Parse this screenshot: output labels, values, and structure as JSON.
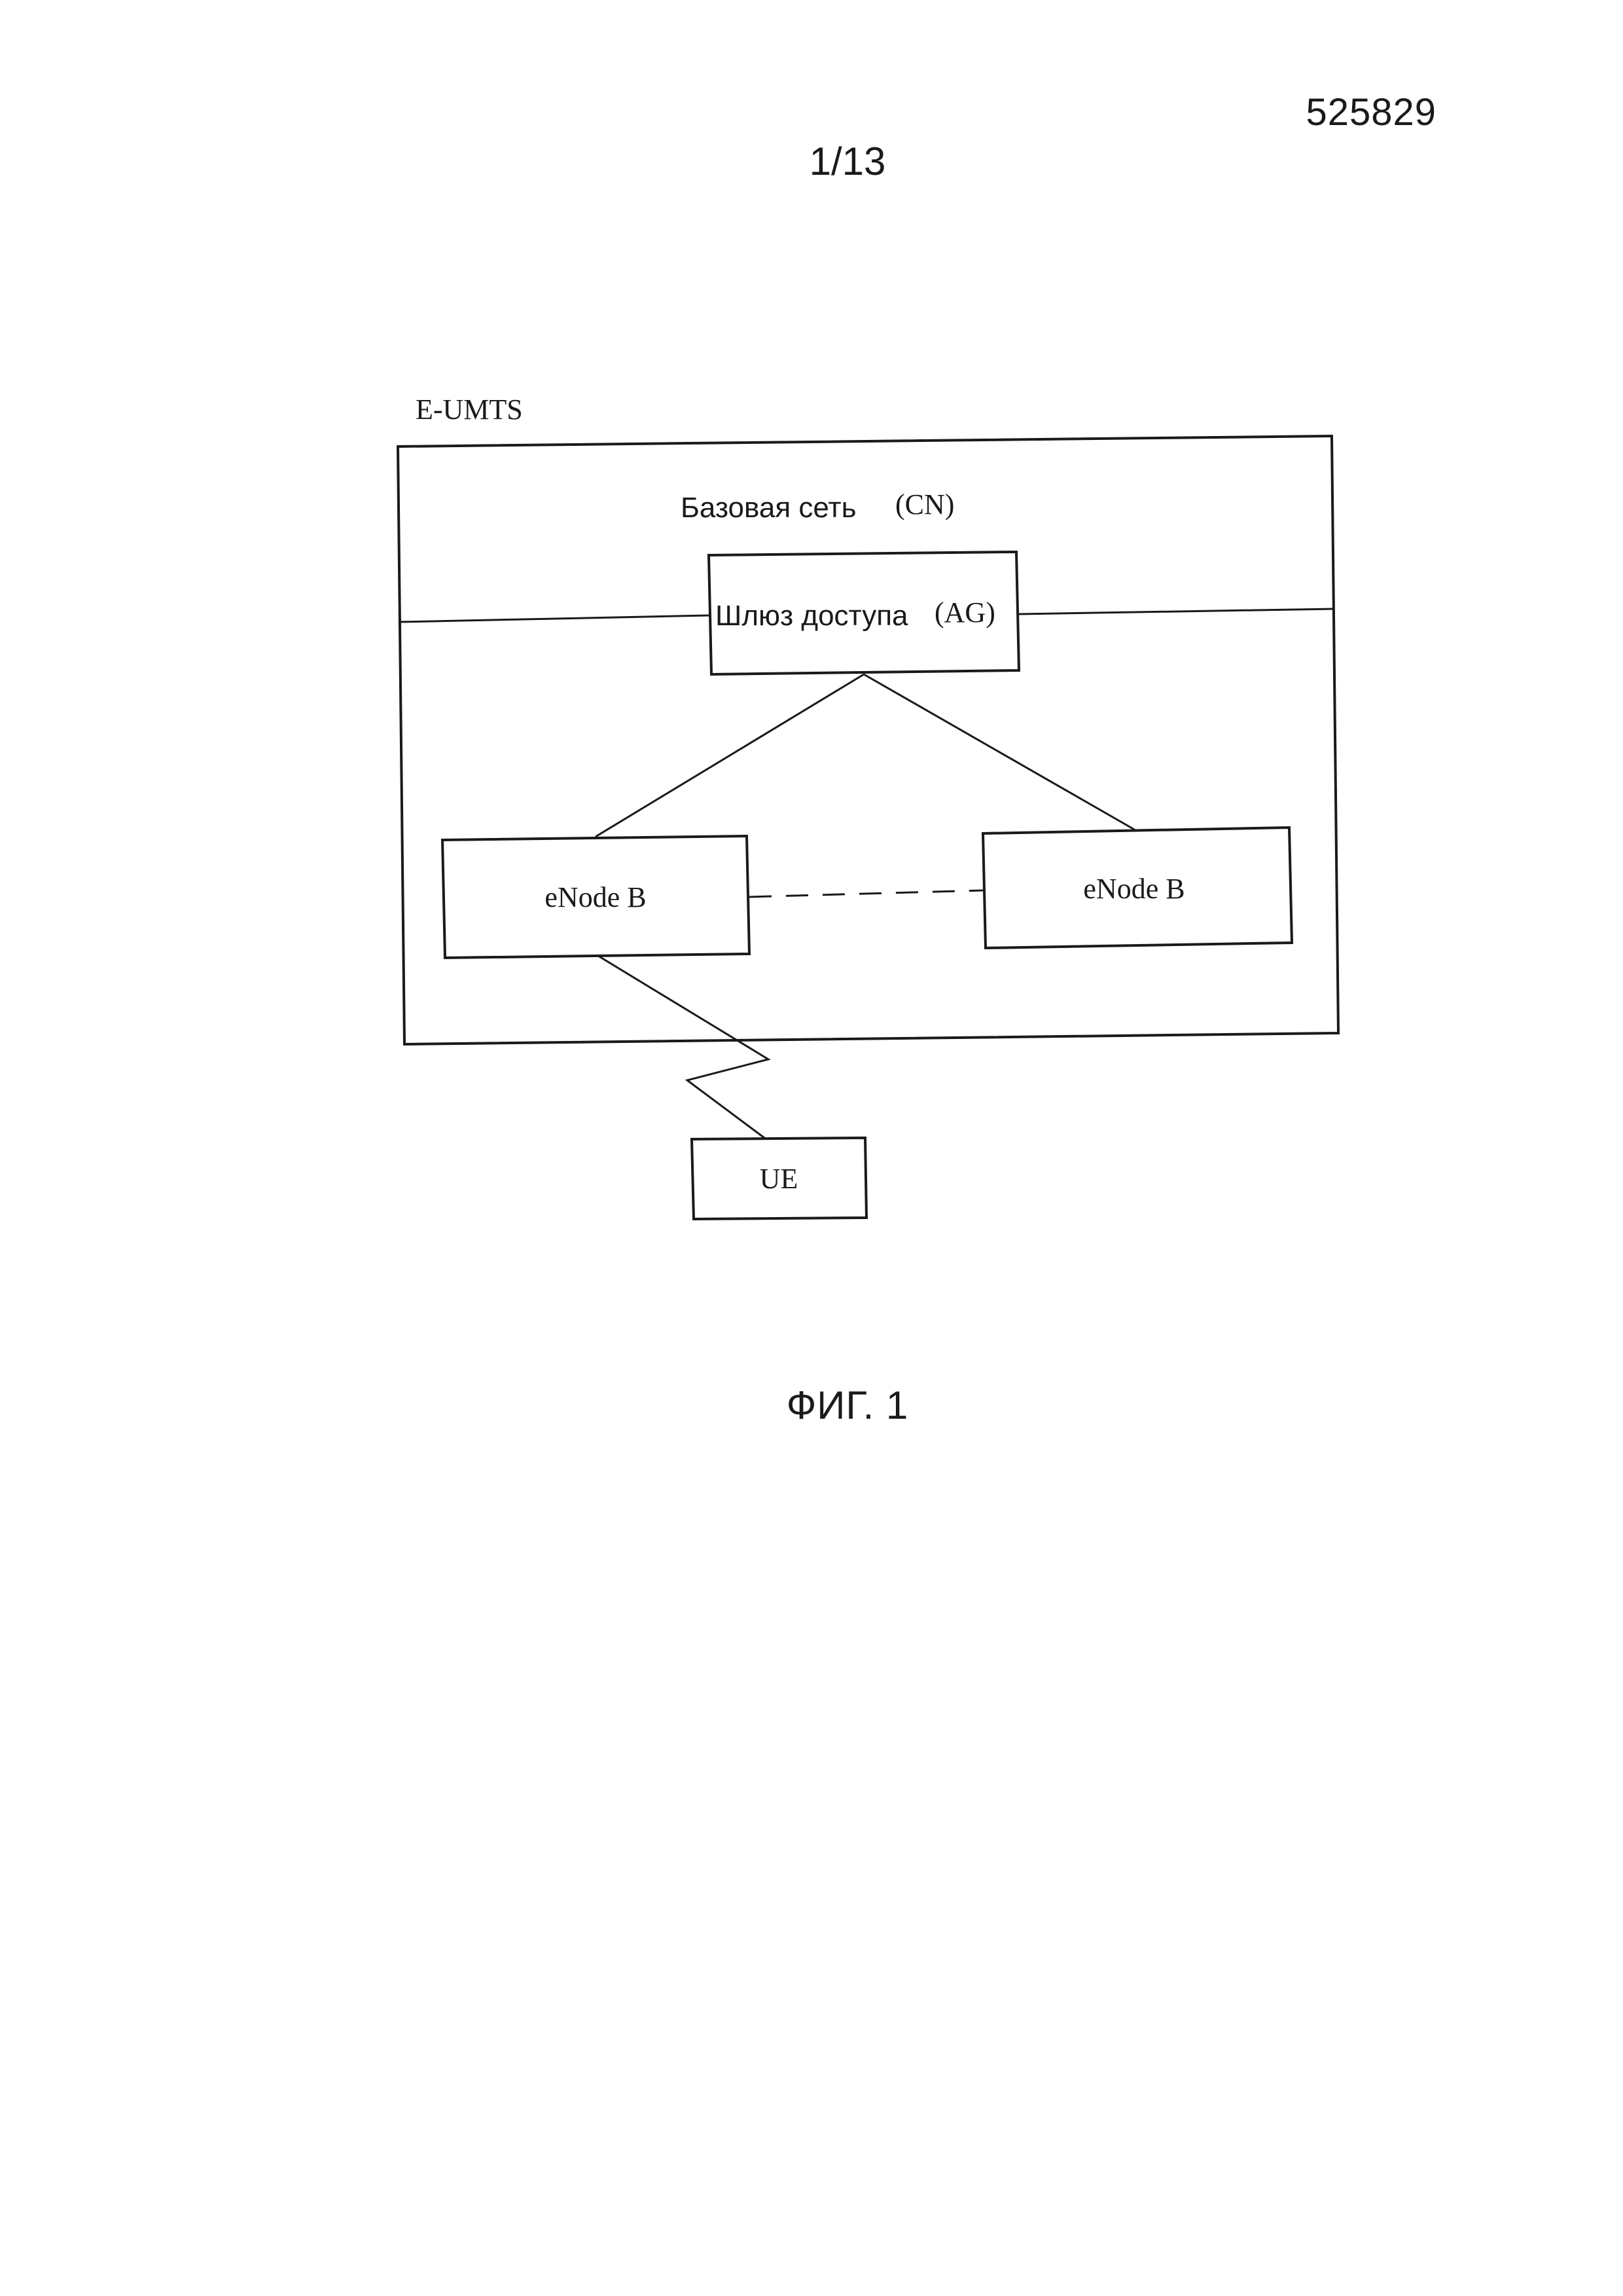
{
  "header": {
    "doc_number": "525829",
    "sheet_number": "1/13"
  },
  "diagram": {
    "network_label": "E-UMTS",
    "core_network_label_ru": "Базовая сеть",
    "core_network_label_abbr": "(CN)",
    "access_gateway_label_ru": "Шлюз доступа",
    "access_gateway_label_abbr": "(AG)",
    "enode_b_left_label": "eNode B",
    "enode_b_right_label": "eNode B",
    "ue_label": "UE"
  },
  "caption": {
    "figure_label": "ФИГ. 1"
  }
}
